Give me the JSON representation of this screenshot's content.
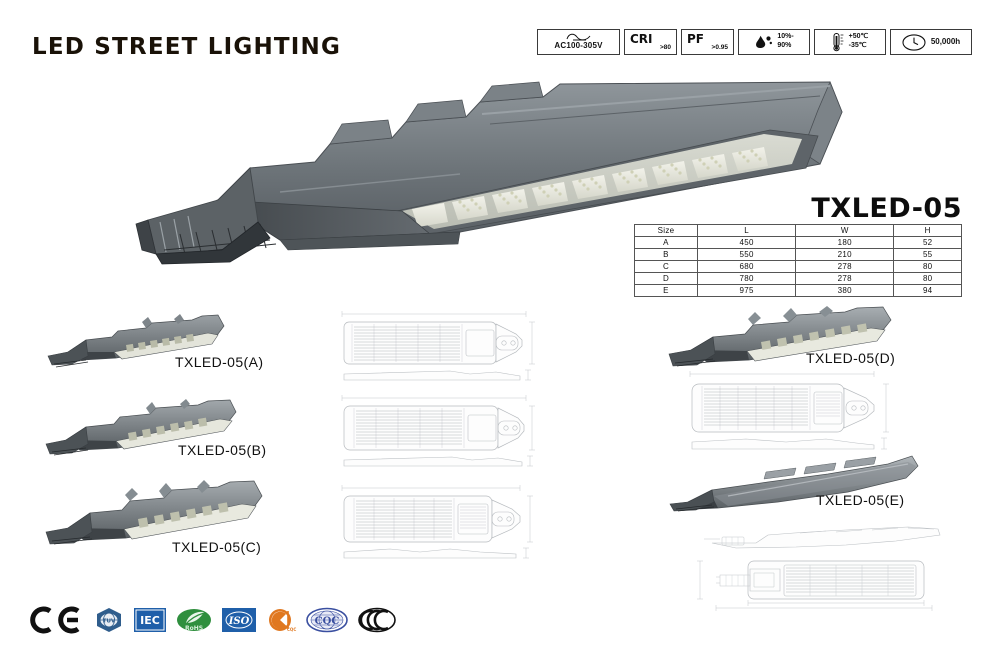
{
  "header": {
    "title": "LED STREET LIGHTING",
    "badges": [
      {
        "id": "voltage",
        "icon": "ac-wave-icon",
        "main": "",
        "sub": "",
        "text": "AC100-305V",
        "layout": "icon-over-text"
      },
      {
        "id": "cri",
        "icon": "",
        "main": "CRI",
        "sub": ">80",
        "layout": "big-sub"
      },
      {
        "id": "pf",
        "icon": "",
        "main": "PF",
        "sub": ">0.95",
        "layout": "big-sub"
      },
      {
        "id": "humidity",
        "icon": "humidity-drop-icon",
        "main": "",
        "sub": "",
        "line1": "10%-",
        "line2": "90%",
        "layout": "icon-stack"
      },
      {
        "id": "temperature",
        "icon": "thermometer-icon",
        "main": "",
        "sub": "",
        "line1": "+50℃",
        "line2": "-35℃",
        "layout": "icon-stack"
      },
      {
        "id": "lifetime",
        "icon": "clock-icon",
        "main": "",
        "sub": "",
        "text": "50,000h",
        "layout": "icon-text"
      }
    ]
  },
  "product": {
    "model": "TXLED-05",
    "hero_alt": "led-street-light-perspective"
  },
  "size_table": {
    "columns": [
      "Size",
      "L",
      "W",
      "H"
    ],
    "rows": [
      [
        "A",
        "450",
        "180",
        "52"
      ],
      [
        "B",
        "550",
        "210",
        "55"
      ],
      [
        "C",
        "680",
        "278",
        "80"
      ],
      [
        "D",
        "780",
        "278",
        "80"
      ],
      [
        "E",
        "975",
        "380",
        "94"
      ]
    ]
  },
  "variants": [
    {
      "label": "TXLED-05(A)",
      "size": "A"
    },
    {
      "label": "TXLED-05(B)",
      "size": "B"
    },
    {
      "label": "TXLED-05(C)",
      "size": "C"
    },
    {
      "label": "TXLED-05(D)",
      "size": "D"
    },
    {
      "label": "TXLED-05(E)",
      "size": "E"
    }
  ],
  "certifications": [
    {
      "id": "ce",
      "label": "CE",
      "color": "#111111"
    },
    {
      "id": "tuv",
      "label": "TUV",
      "color": "#2f5d8c"
    },
    {
      "id": "iec",
      "label": "IEC",
      "color": "#1f5fa9"
    },
    {
      "id": "rohs",
      "label": "RoHS",
      "color": "#2f8f3e"
    },
    {
      "id": "iso",
      "label": "ISO",
      "color": "#1f5fa9"
    },
    {
      "id": "cqc",
      "label": "CQC",
      "color": "#e07820"
    },
    {
      "id": "cec",
      "label": "CEC",
      "color": "#3a4fa0"
    },
    {
      "id": "ccc",
      "label": "CCC",
      "color": "#111111"
    }
  ],
  "colors": {
    "body_gray": "#6f7478",
    "body_dark": "#3c4145",
    "led_panel": "#e8e9de",
    "drawing_line": "#b9bdc2",
    "table_border": "#555555"
  }
}
